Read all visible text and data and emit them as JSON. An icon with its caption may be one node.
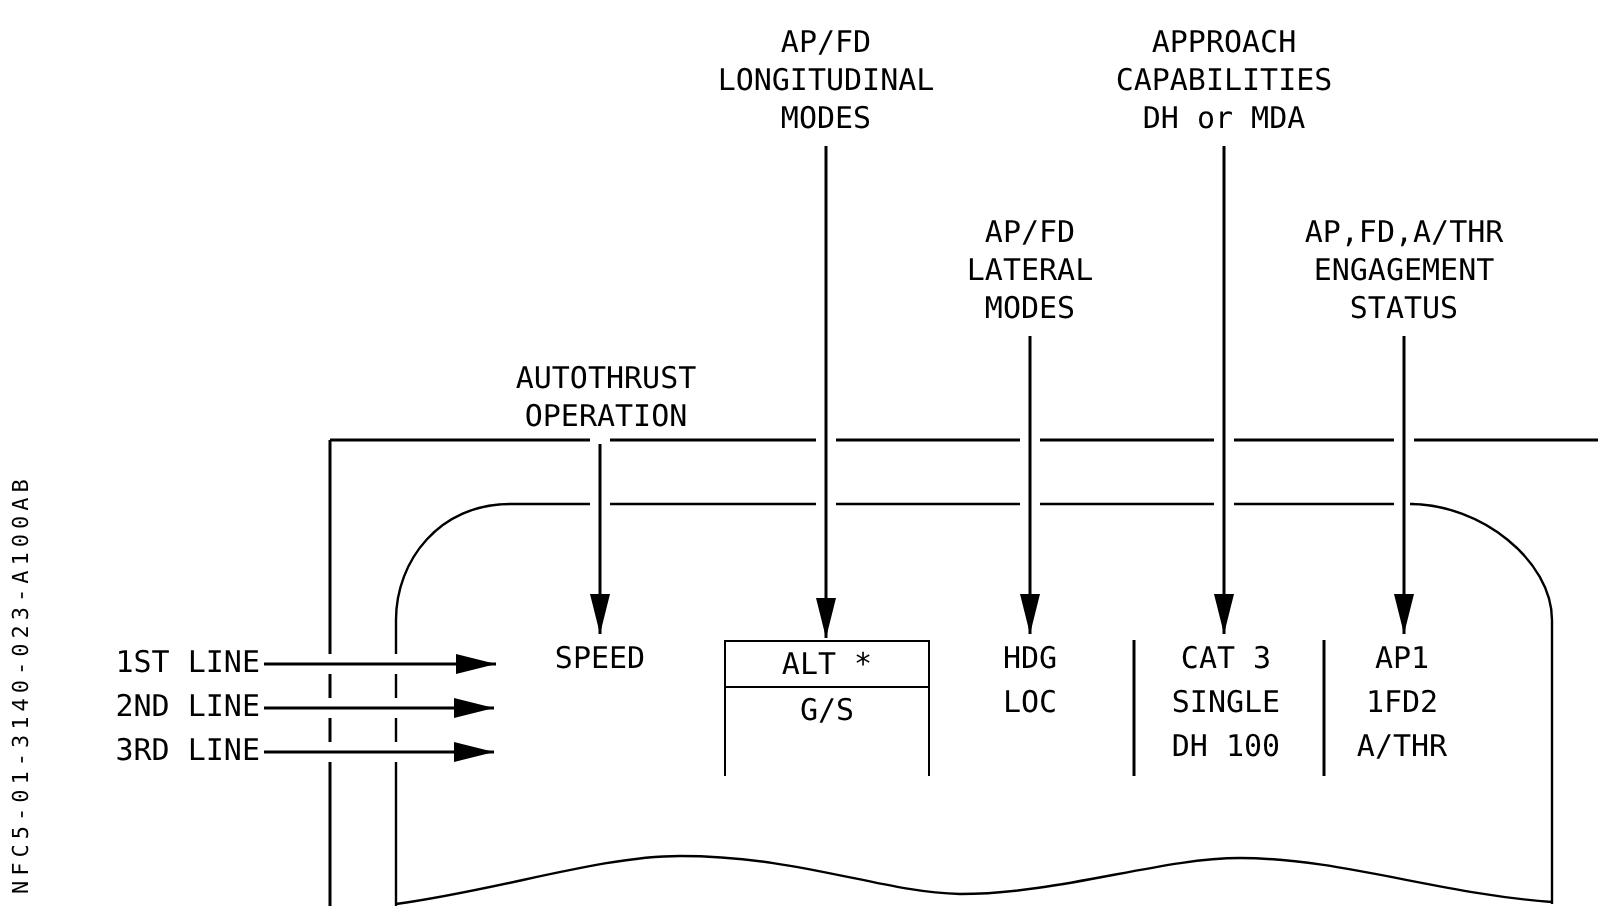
{
  "diagram": {
    "nodes": [
      {
        "text": [
          "AP/FD LONGITUDINAL MODES"
        ]
      },
      {
        "text": [
          "APPROACH CAPABILITIES DH or MDA"
        ]
      },
      {
        "text": [
          "AP/FD LATERAL MODES"
        ]
      },
      {
        "text": [
          "AP,FD,A/THR ENGAGEMENT STATUS"
        ]
      },
      {
        "text": [
          "AUTOTHRUST OPERATION"
        ]
      },
      {
        "text": [
          "1ST LINE"
        ]
      },
      {
        "text": [
          "2ND LINE"
        ]
      },
      {
        "text": [
          "3RD LINE"
        ]
      },
      {
        "text": [
          "SPEED"
        ]
      },
      {
        "text": [
          "ALT *",
          "G/S"
        ]
      },
      {
        "text": [
          "HDG",
          "LOC"
        ]
      },
      {
        "text": [
          "CAT 3",
          "SINGLE",
          "DH 100"
        ]
      },
      {
        "text": [
          "AP1",
          "1FD2",
          "A/THR"
        ]
      }
    ],
    "edges": [
      {
        "from": 4,
        "to": 8,
        "arrow": "to"
      },
      {
        "from": 0,
        "to": 9,
        "arrow": "to"
      },
      {
        "from": 2,
        "to": 10,
        "arrow": "to"
      },
      {
        "from": 1,
        "to": 11,
        "arrow": "to"
      },
      {
        "from": 3,
        "to": 12,
        "arrow": "to"
      },
      {
        "from": 5,
        "to": 8,
        "arrow": "to"
      },
      {
        "from": 6,
        "to": null,
        "arrow": "to"
      },
      {
        "from": 7,
        "to": null,
        "arrow": "to"
      }
    ],
    "labels": [
      "NFC5-01-3140-023-A100AB"
    ]
  }
}
